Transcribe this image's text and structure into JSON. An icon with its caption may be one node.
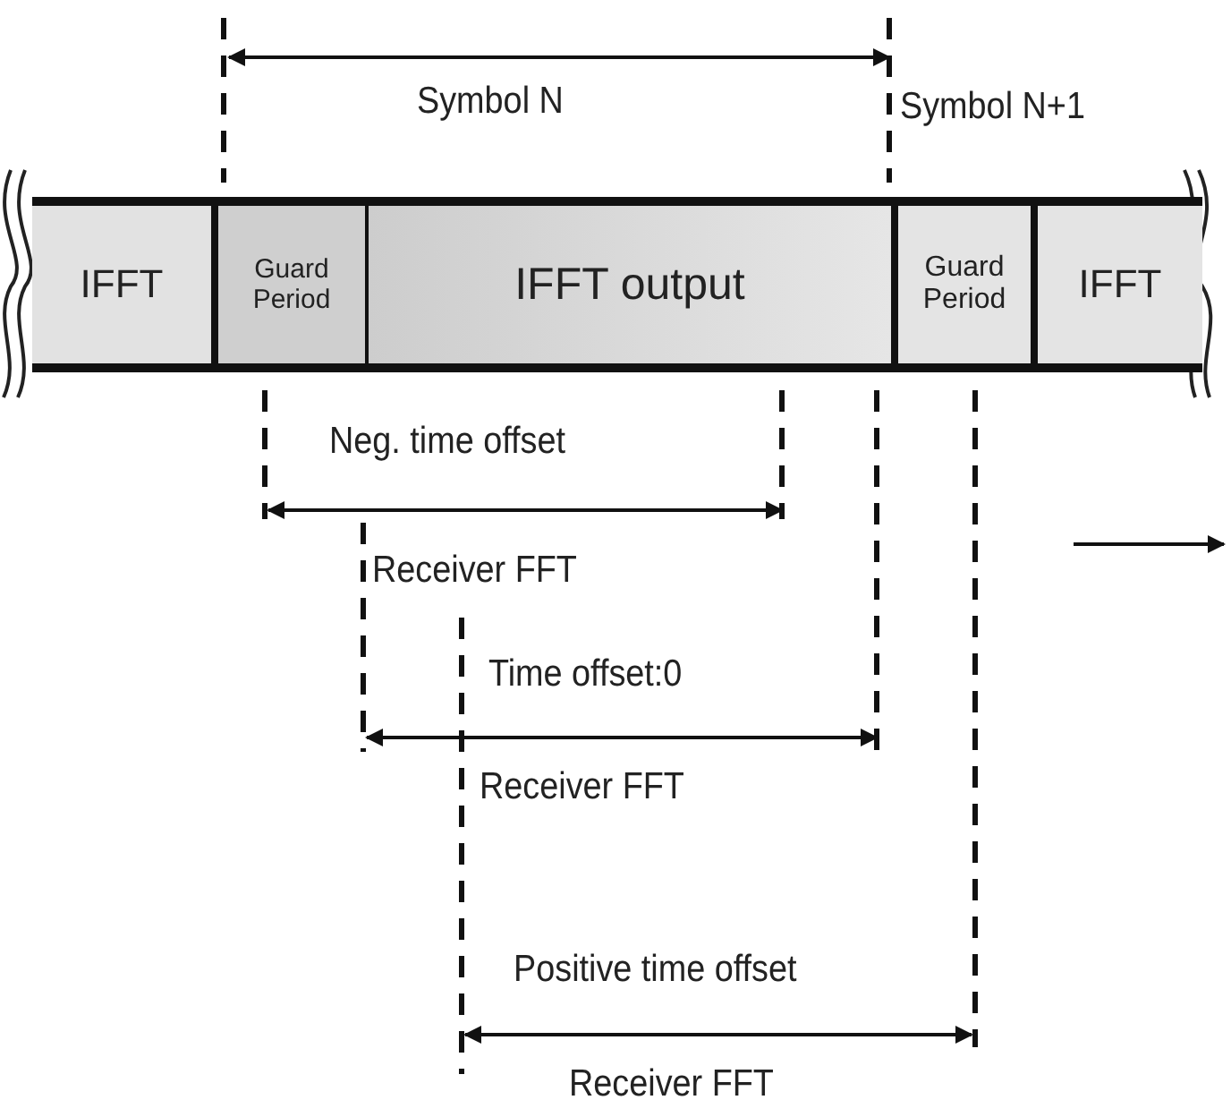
{
  "diagram": {
    "nodes": [
      {
        "text": [
          "IFFT"
        ]
      },
      {
        "text": [
          "Guard Period"
        ]
      },
      {
        "text": [
          "IFFT output"
        ]
      },
      {
        "text": [
          "Guard Period"
        ]
      },
      {
        "text": [
          "IFFT"
        ]
      }
    ],
    "labels": [
      "Symbol N",
      "Symbol N+1",
      "Neg. time offset",
      "Receiver FFT",
      "Time offset:0",
      "Receiver FFT",
      "Positive time offset",
      "Receiver FFT"
    ]
  }
}
